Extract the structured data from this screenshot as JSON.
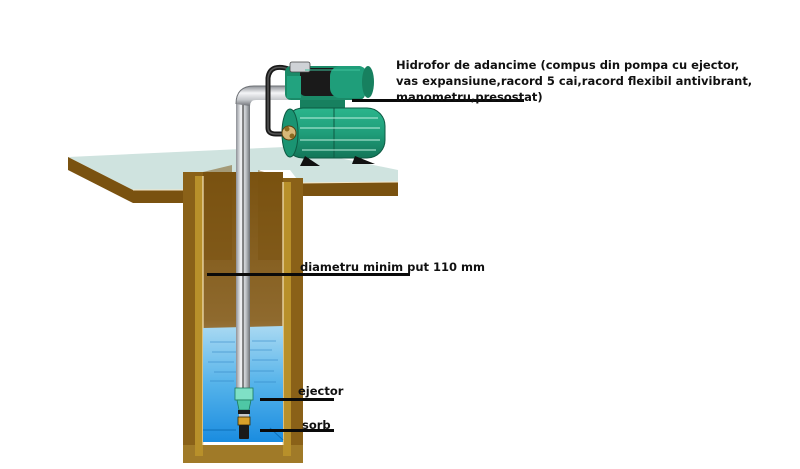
{
  "diagram": {
    "type": "well-pump-installation",
    "labels": {
      "hydrophore": {
        "line1": "Hidrofor de adancime (compus din pompa cu ejector,",
        "line2": "vas expansiune,racord 5 cai,racord flexibil antivibrant,",
        "line3": "manometru,presostat)"
      },
      "diameter": "diametru minim put 110 mm",
      "ejector": "ejector",
      "sorb": "sorb"
    },
    "colors": {
      "ground_top": "#cfe3df",
      "wall_brown": "#7a5210",
      "wall_edge": "#a07a28",
      "liner_gold": "#b8902a",
      "water_light": "#9fd3ee",
      "water_deep": "#1e90e0",
      "pump_green": "#1f9e7a",
      "pipe_silver": "#c9ccd0",
      "leader_line": "#0a0a0a"
    }
  }
}
